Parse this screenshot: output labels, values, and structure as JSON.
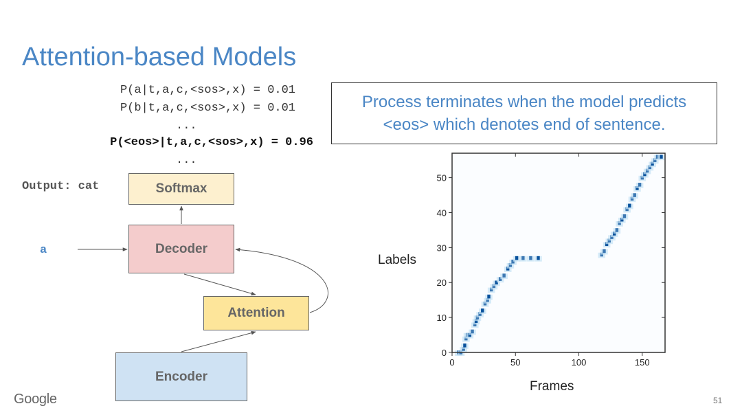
{
  "slide": {
    "title": "Attention-based Models",
    "page_number": "51",
    "logo_text": "Google"
  },
  "probabilities": {
    "line1": "P(a|t,a,c,<sos>,x) = 0.01",
    "line2": "P(b|t,a,c,<sos>,x) = 0.01",
    "ellipsis1": "...",
    "line_bold": "P(<eos>|t,a,c,<sos>,x) = 0.96",
    "ellipsis2": "..."
  },
  "diagram": {
    "output_label": "Output: cat",
    "input_label": "a",
    "softmax": "Softmax",
    "decoder": "Decoder",
    "attention": "Attention",
    "encoder": "Encoder"
  },
  "callout": {
    "line1": "Process terminates when the model predicts",
    "line2": "<eos> which denotes end of sentence."
  },
  "chart_data": {
    "type": "heatmap",
    "xlabel": "Frames",
    "ylabel": "Labels",
    "xlim": [
      0,
      168
    ],
    "ylim": [
      0,
      57
    ],
    "xticks": [
      0,
      50,
      100,
      150
    ],
    "yticks": [
      0,
      10,
      20,
      30,
      40,
      50
    ],
    "points": [
      [
        5,
        0
      ],
      [
        7,
        0
      ],
      [
        9,
        1
      ],
      [
        10,
        2
      ],
      [
        11,
        4
      ],
      [
        12,
        5
      ],
      [
        14,
        5
      ],
      [
        16,
        6
      ],
      [
        18,
        8
      ],
      [
        19,
        9
      ],
      [
        20,
        10
      ],
      [
        22,
        11
      ],
      [
        24,
        12
      ],
      [
        26,
        14
      ],
      [
        28,
        15
      ],
      [
        29,
        16
      ],
      [
        31,
        18
      ],
      [
        33,
        19
      ],
      [
        35,
        20
      ],
      [
        38,
        21
      ],
      [
        41,
        22
      ],
      [
        44,
        24
      ],
      [
        46,
        25
      ],
      [
        48,
        26
      ],
      [
        51,
        27
      ],
      [
        56,
        27
      ],
      [
        62,
        27
      ],
      [
        68,
        27
      ],
      [
        118,
        28
      ],
      [
        120,
        29
      ],
      [
        122,
        31
      ],
      [
        124,
        32
      ],
      [
        126,
        33
      ],
      [
        128,
        34
      ],
      [
        130,
        35
      ],
      [
        132,
        37
      ],
      [
        134,
        38
      ],
      [
        136,
        39
      ],
      [
        138,
        41
      ],
      [
        140,
        42
      ],
      [
        142,
        44
      ],
      [
        144,
        45
      ],
      [
        146,
        47
      ],
      [
        148,
        48
      ],
      [
        150,
        50
      ],
      [
        152,
        51
      ],
      [
        154,
        52
      ],
      [
        156,
        53
      ],
      [
        158,
        54
      ],
      [
        160,
        55
      ],
      [
        162,
        56
      ],
      [
        165,
        56
      ]
    ],
    "grid": false,
    "colors": {
      "high": "#08519c",
      "low": "#c6e2f5"
    }
  }
}
